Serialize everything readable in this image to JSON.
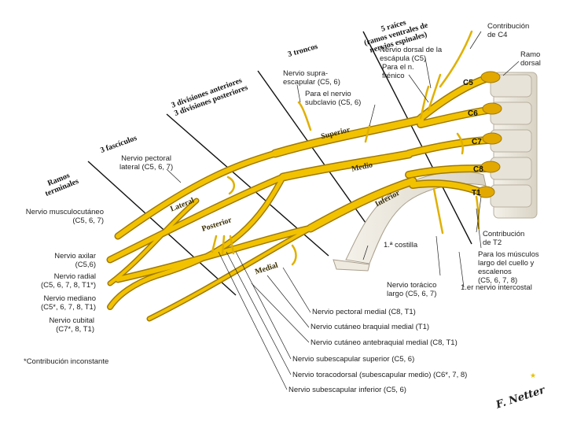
{
  "headers": {
    "raices_1": "5 raíces",
    "raices_2": "(ramos ventrales de",
    "raices_3": "nervios espinales)",
    "troncos": "3 troncos",
    "divisiones_1": "3 divisiones anteriores",
    "divisiones_2": "3 divisiones posteriores",
    "fasciculos": "3 fascículos",
    "ramos_1": "Ramos",
    "ramos_2": "terminales"
  },
  "roots": {
    "c5": "C5",
    "c6": "C6",
    "c7": "C7",
    "c8": "C8",
    "t1": "T1"
  },
  "on_nerve": {
    "superior": "Superior",
    "medio": "Medio",
    "inferior": "Inferior",
    "lateral": "Lateral",
    "posterior": "Posterior",
    "medial": "Medial"
  },
  "labels": {
    "contrib_c4_1": "Contribución",
    "contrib_c4_2": "de C4",
    "ramo_dorsal_1": "Ramo",
    "ramo_dorsal_2": "dorsal",
    "dorsal_escapula_1": "Nervio dorsal de la",
    "dorsal_escapula_2": "escápula (C5)",
    "frenico_1": "Para el n.",
    "frenico_2": "frénico",
    "supraescapular_1": "Nervio supra-",
    "supraescapular_2": "escapular (C5, 6)",
    "subclavio_1": "Para el nervio",
    "subclavio_2": "subclavio (C5, 6)",
    "pectoral_lateral_1": "Nervio pectoral",
    "pectoral_lateral_2": "lateral (C5, 6, 7)",
    "musculocutaneo_1": "Nervio musculocutáneo",
    "musculocutaneo_2": "(C5, 6, 7)",
    "axilar_1": "Nervio axilar",
    "axilar_2": "(C5,6)",
    "radial_1": "Nervio radial",
    "radial_2": "(C5, 6, 7, 8, T1*)",
    "mediano_1": "Nervio mediano",
    "mediano_2": "(C5*, 6, 7, 8, T1)",
    "cubital_1": "Nervio cubital",
    "cubital_2": "(C7*, 8, T1)",
    "contrib_t2_1": "Contribución",
    "contrib_t2_2": "de T2",
    "musculos_1": "Para los músculos",
    "musculos_2": "largo del cuello y",
    "musculos_3": "escalenos",
    "musculos_4": "(C5, 6, 7, 8)",
    "costilla": "1.ª costilla",
    "toracico_1": "Nervio torácico",
    "toracico_2": "largo (C5, 6, 7)",
    "intercostal": "1.er nervio intercostal",
    "pectoral_medial": "Nervio pectoral medial (C8, T1)",
    "cutaneo_braquial": "Nervio cutáneo braquial medial (T1)",
    "cutaneo_antebraquial": "Nervio cutáneo antebraquial medial (C8, T1)",
    "subescapular_superior": "Nervio subescapular superior (C5, 6)",
    "toracodorsal": "Nervio toracodorsal (subescapular medio) (C6*, 7, 8)",
    "subescapular_inferior": "Nervio subescapular inferior (C5, 6)"
  },
  "footnote": "*Contribución inconstante",
  "signature": "F. Netter",
  "colors": {
    "nerve": "#f2c200",
    "nerve_outline": "#a07a00",
    "bone": "#ece8df",
    "ganglion": "#e2a800"
  }
}
